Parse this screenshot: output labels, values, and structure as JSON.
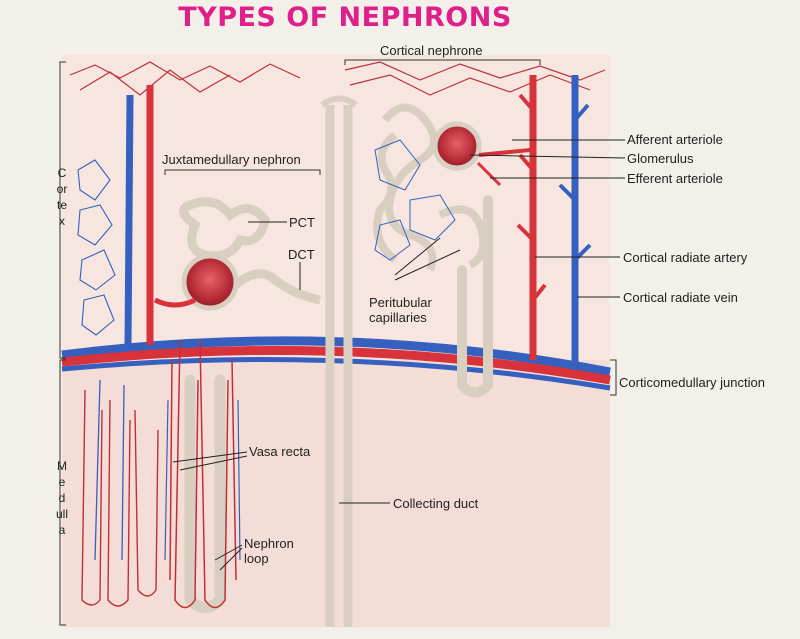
{
  "title": "TYPES OF NEPHRONS",
  "colors": {
    "title": "#e0208a",
    "artery": "#d8323a",
    "vein": "#3560c0",
    "tubule": "#d9cfc0",
    "capillary": "#c03038"
  },
  "regions": {
    "cortex": "Cortex",
    "medulla": "Medulla"
  },
  "labels": {
    "cortical_nephrone": "Cortical nephrone",
    "juxtamedullary_nephron": "Juxtamedullary nephron",
    "pct": "PCT",
    "dct": "DCT",
    "afferent_arteriole": "Afferent arteriole",
    "glomerulus": "Glomerulus",
    "efferent_arteriole": "Efferent arteriole",
    "cortical_radiate_artery": "Cortical radiate artery",
    "cortical_radiate_vein": "Cortical radiate vein",
    "peritubular_line1": "Peritubular",
    "peritubular_line2": "capillaries",
    "corticomedullary_junction": "Corticomedullary junction",
    "vasa_recta": "Vasa recta",
    "collecting_duct": "Collecting duct",
    "nephron_loop_line1": "Nephron",
    "nephron_loop_line2": "loop"
  }
}
